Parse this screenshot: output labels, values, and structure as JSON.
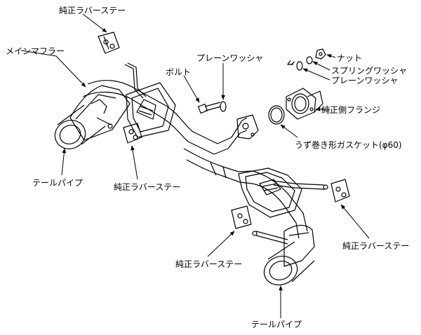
{
  "labels": {
    "rubber_stay_top": "純正ラバーステー",
    "main_muffler": "メインマフラー",
    "plain_washer_upper": "プレーンワッシャ",
    "bolt": "ボルト",
    "nut": "ナット",
    "spring_washer": "スプリングワッシャ",
    "plain_washer_right": "プレーンワッシャ",
    "oem_flange": "純正側フランジ",
    "spiral_gasket": "うず巻き形ガスケット(φ60)",
    "tail_pipe_left": "テールパイプ",
    "rubber_stay_mid": "純正ラバーステー",
    "rubber_stay_right": "純正ラバーステー",
    "rubber_stay_bottom": "純正ラバーステー",
    "tail_pipe_bottom": "テールパイプ"
  }
}
